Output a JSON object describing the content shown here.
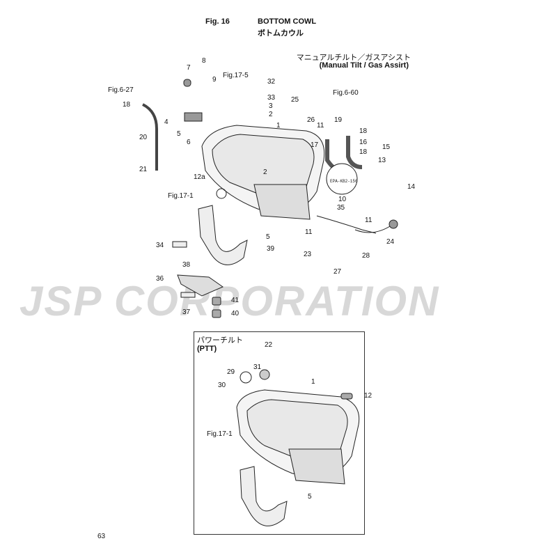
{
  "header": {
    "fig": "Fig. 16",
    "title_en": "BOTTOM COWL",
    "title_jp": "ボトムカウル"
  },
  "manual": {
    "title_jp": "マニュアルチルト／ガスアシスト",
    "title_en": "(Manual Tilt / Gas Assirt)"
  },
  "ptt": {
    "title_jp": "パワーチルト",
    "title_en": "(PTT)"
  },
  "watermark": "JSP CORPORATION",
  "page_number": "63",
  "decal_text": "EPA-KB2-156",
  "labels": [
    "8",
    "7",
    "9",
    "Fig.17-5",
    "32",
    "33",
    "3",
    "2",
    "25",
    "26",
    "11",
    "19",
    "18",
    "Fig.6-60",
    "16",
    "17",
    "18",
    "15",
    "13",
    "14",
    "1",
    "4",
    "5",
    "6",
    "20",
    "21",
    "18",
    "Fig.6-27",
    "2",
    "12a",
    "Fig.17-1",
    "10",
    "35",
    "11",
    "11",
    "5",
    "39",
    "24",
    "34",
    "23",
    "27",
    "28",
    "38",
    "36",
    "41",
    "37",
    "40"
  ],
  "ptt_labels": [
    "22",
    "31",
    "29",
    "30",
    "1",
    "12",
    "Fig.17-1",
    "5"
  ]
}
